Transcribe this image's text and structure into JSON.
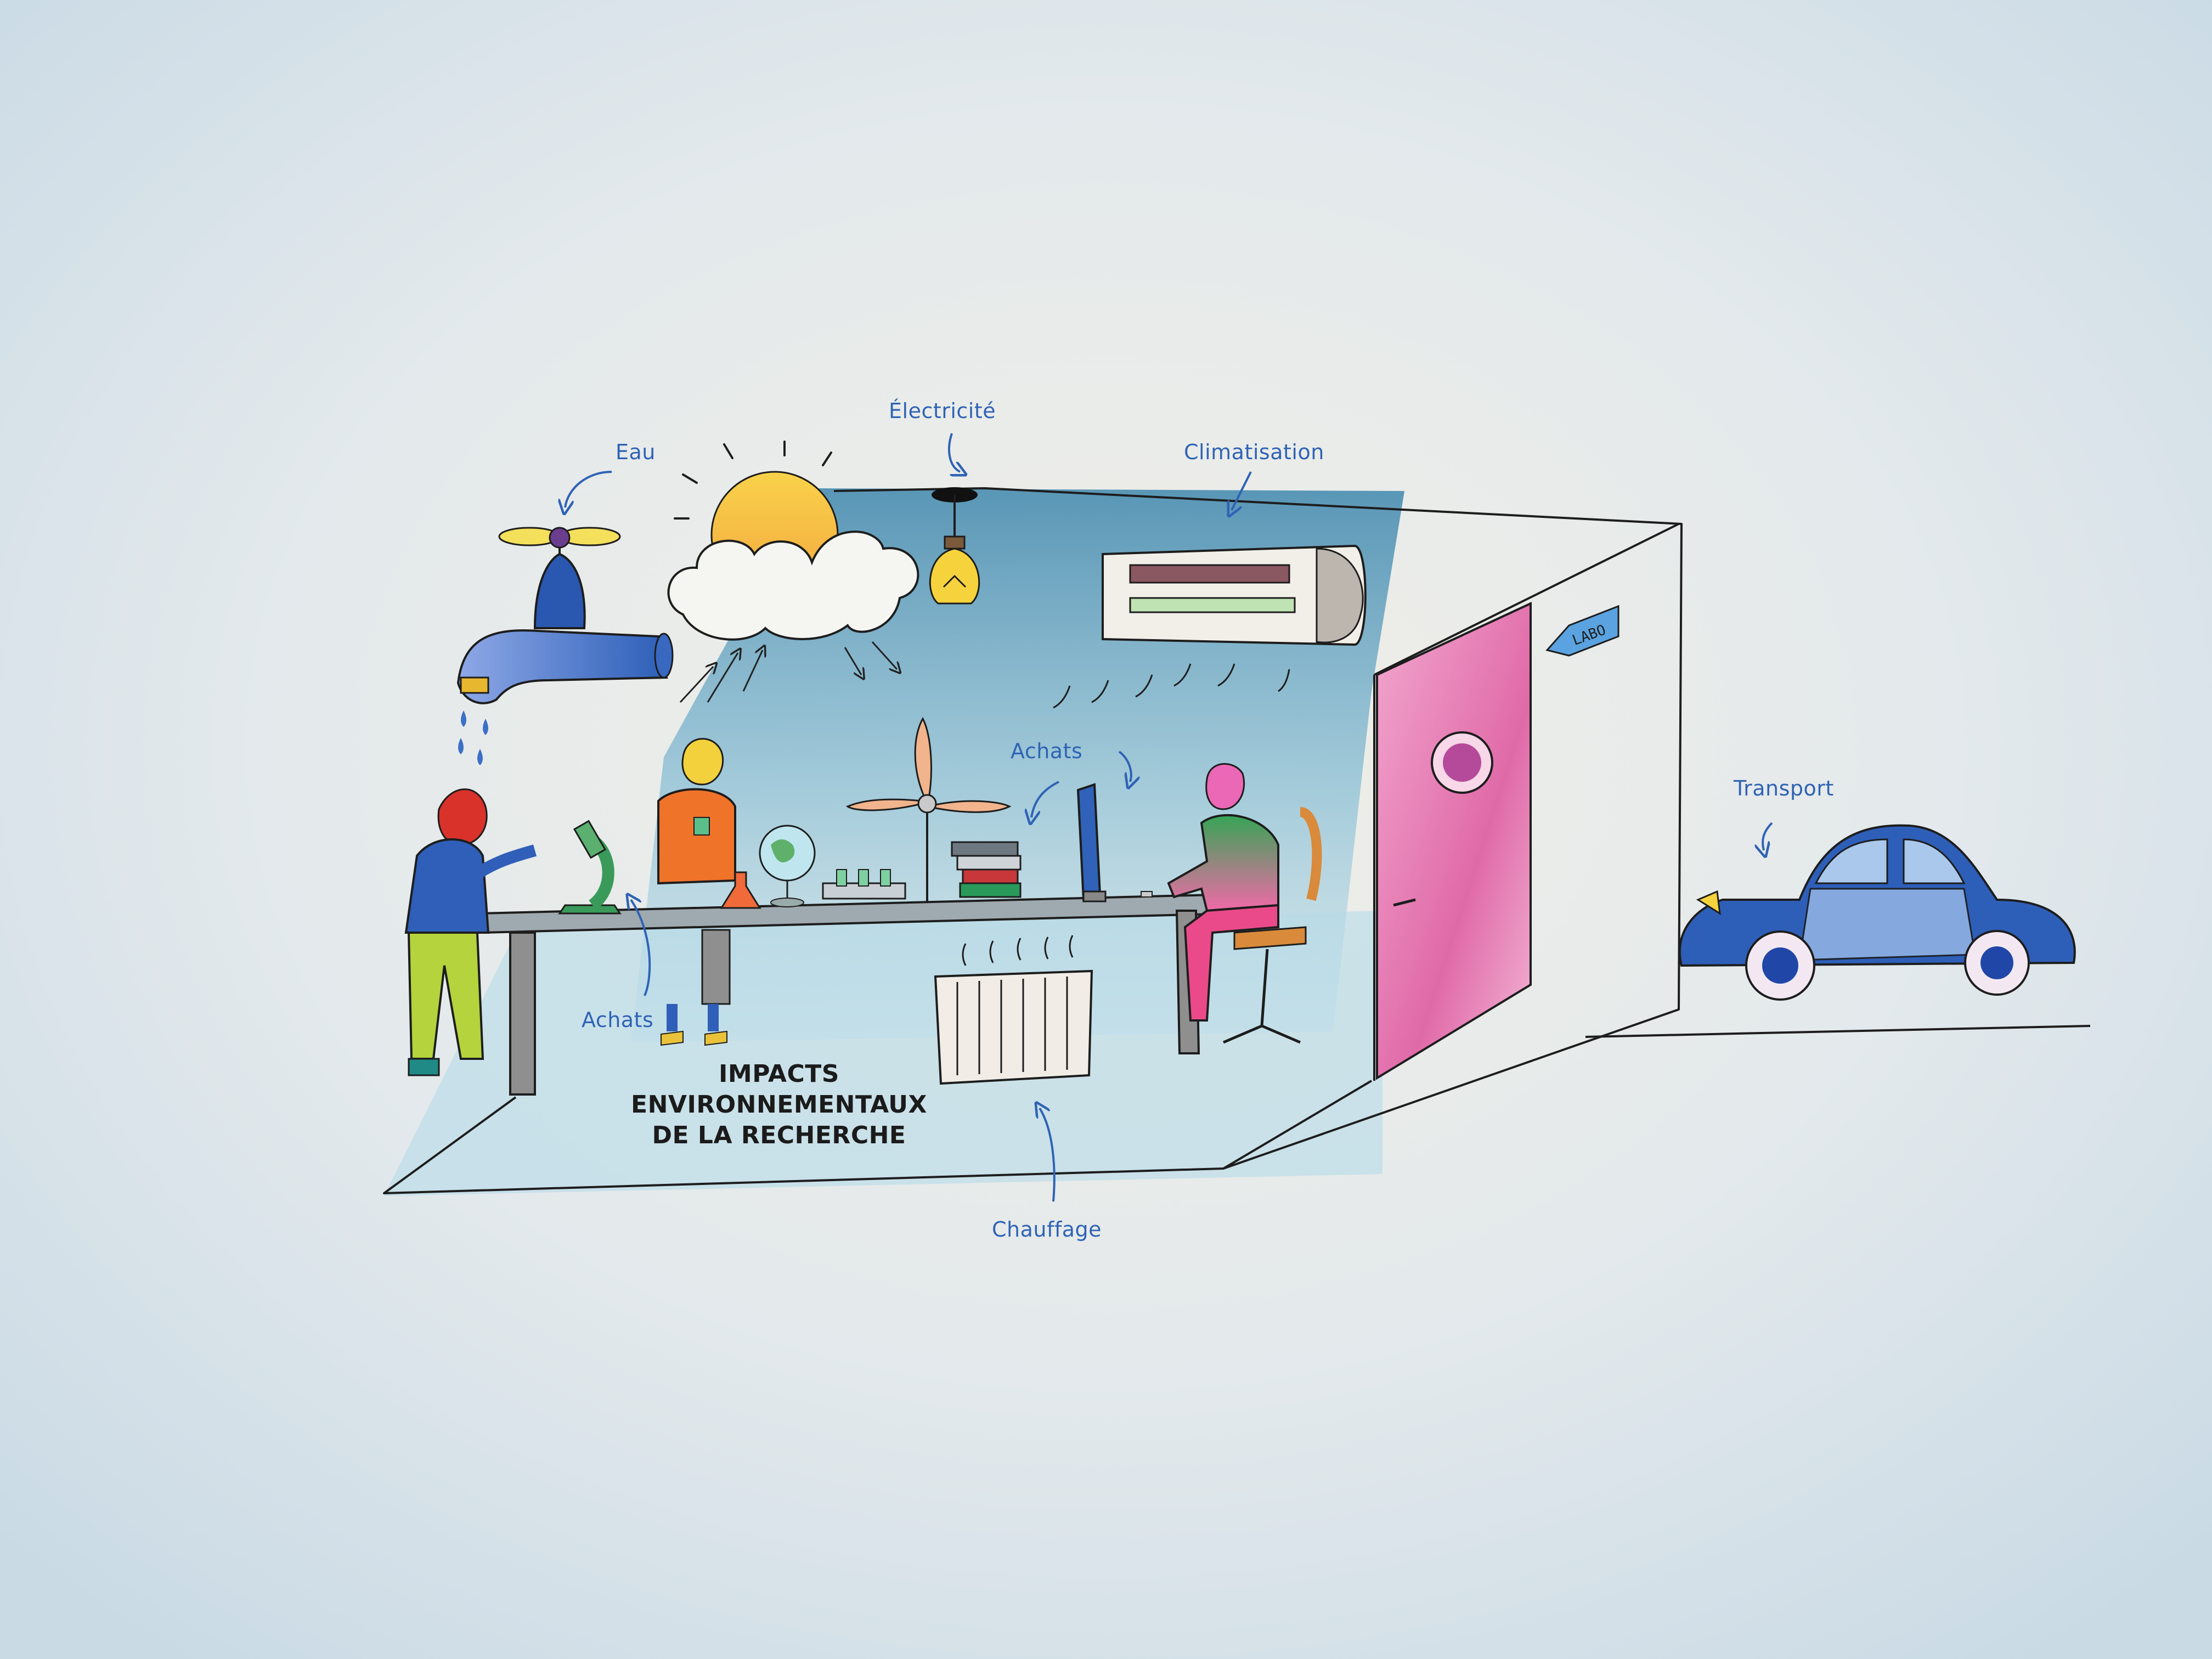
{
  "title_lines": [
    "IMPACTS",
    "ENVIRONNEMENTAUX",
    "DE LA RECHERCHE"
  ],
  "labels": {
    "eau": "Eau",
    "electricite": "Électricité",
    "climatisation": "Climatisation",
    "achats_desk": "Achats",
    "achats_table": "Achats",
    "transport": "Transport",
    "chauffage": "Chauffage"
  },
  "door_sign": "LABO",
  "colors": {
    "label_blue": "#2f63b5",
    "background": "#dfe6ea",
    "room_wash": "#5f9fc0",
    "door_pink": "#e06aa8",
    "car_blue": "#2e5fb8"
  }
}
